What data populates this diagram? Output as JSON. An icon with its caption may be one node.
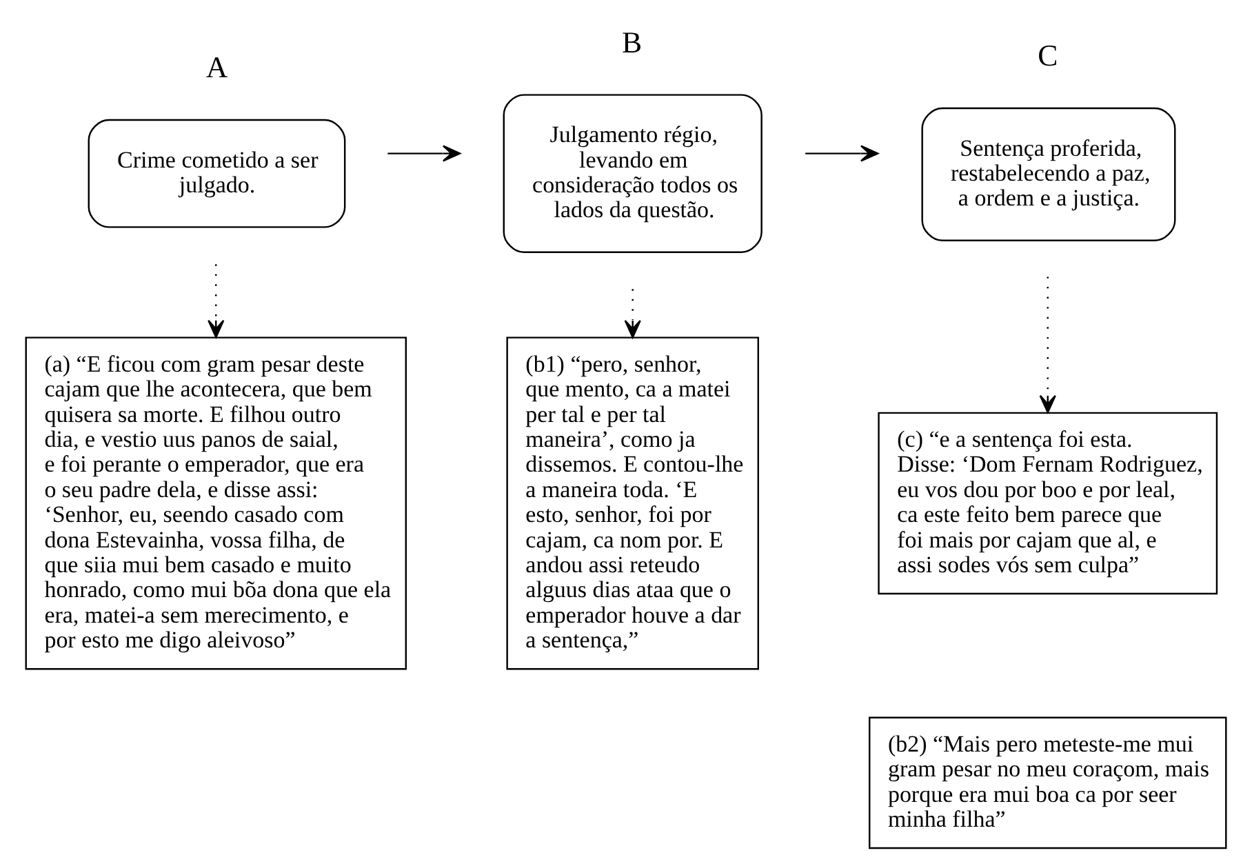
{
  "diagram": {
    "nodes": [
      {
        "text": [
          "A",
          "Crime cometido a ser julgado."
        ]
      },
      {
        "text": [
          "B",
          "Julgamento régio, levando em consideração todos os lados da questão."
        ]
      },
      {
        "text": [
          "C",
          "Sentença proferida, restabelecendo a paz, a ordem e a justiça."
        ]
      },
      {
        "text": [
          "(a) “E ficou com gram pesar deste cajam que lhe acontecera, que bem quisera sa morte. E filhou outro dia, e vestio uus panos de saial, e foi perante o emperador, que era o seu padre dela, e disse assi: ‘Senhor, eu, seendo casado com dona Estevainha, vossa filha, de que siia mui bem casado e muito honrado, como mui bõa dona que ela era, matei-a sem merecimento, e por esto me digo aleivoso”"
        ]
      },
      {
        "text": [
          "(b1) “pero, senhor, que mento, ca a matei per tal e per tal maneira’, como ja dissemos. E contou-lhe a maneira toda. ‘E esto, senhor, foi por cajam, ca nom por. E andou assi reteudo alguus dias ataa que o emperador houve a dar a sentença,”"
        ]
      },
      {
        "text": [
          "(c) “e a sentença foi esta. Disse: ‘Dom Fernam Rodriguez, eu vos dou por boo e por leal, ca este feito bem parece que foi mais por cajam que al, e assi sodes vós sem culpa”"
        ]
      },
      {
        "text": [
          "(b2) “Mais pero meteste-me mui gram pesar no meu coraçom, mais porque era mui boa ca por seer minha filha”"
        ]
      }
    ],
    "edges": [
      {
        "from": 0,
        "to": 1,
        "arrow": "to"
      },
      {
        "from": 1,
        "to": 2,
        "arrow": "to"
      },
      {
        "from": 0,
        "to": 3,
        "arrow": "to",
        "style": "dashed"
      },
      {
        "from": 1,
        "to": 4,
        "arrow": "to",
        "style": "dashed"
      },
      {
        "from": 2,
        "to": 5,
        "arrow": "to",
        "style": "dashed"
      }
    ]
  }
}
